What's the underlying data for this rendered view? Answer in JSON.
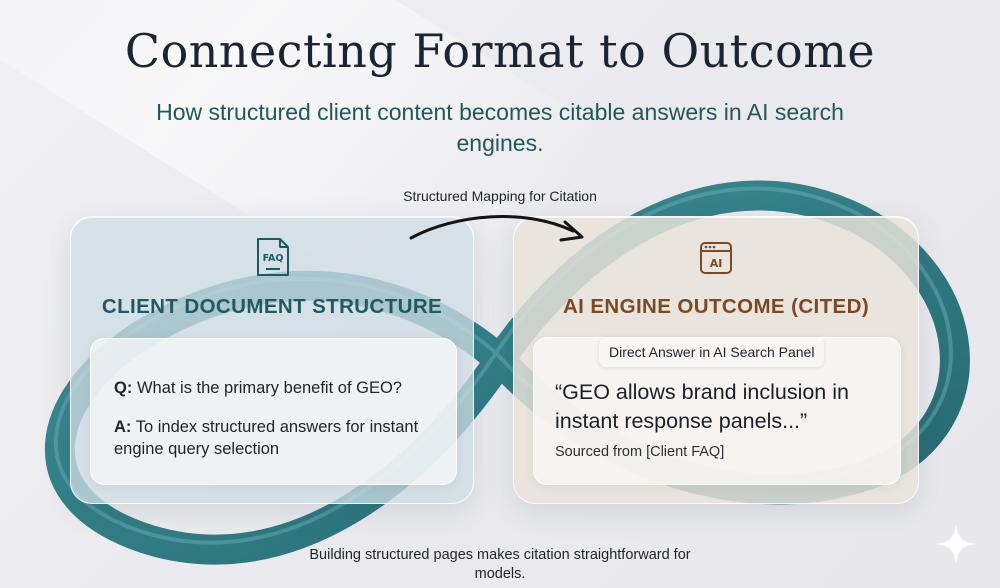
{
  "title": "Connecting Format to Outcome",
  "subtitle": "How structured client content becomes citable answers in AI search engines.",
  "connector": {
    "label": "Structured Mapping for Citation"
  },
  "client_panel": {
    "icon": "faq-document-icon",
    "icon_text": "FAQ",
    "heading": "CLIENT DOCUMENT STRUCTURE",
    "question_prefix": "Q:",
    "question_text": "What is the primary benefit of GEO?",
    "answer_prefix": "A:",
    "answer_text": "To index structured answers for instant engine query selection"
  },
  "ai_panel": {
    "icon": "ai-browser-window-icon",
    "icon_text": "AI",
    "heading": "AI ENGINE OUTCOME (CITED)",
    "badge": "Direct Answer in AI Search Panel",
    "quote": "“GEO allows brand inclusion in instant response panels...”",
    "source": "Sourced from [Client FAQ]"
  },
  "caption": "Building structured pages makes citation straightforward for models.",
  "colors": {
    "teal": "#1f5a62",
    "brown": "#7c4a22",
    "ribbon": "#2d7d86",
    "title": "#1b2430"
  }
}
